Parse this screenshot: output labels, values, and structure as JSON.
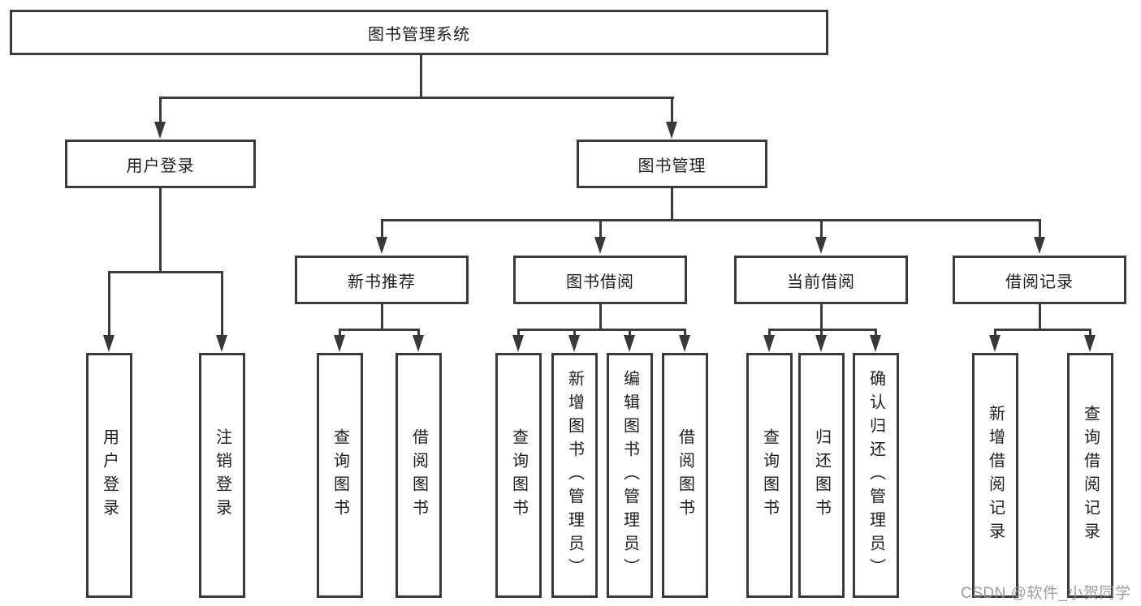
{
  "tree": {
    "root": {
      "label": "图书管理系统"
    },
    "level2": [
      {
        "label": "用户登录",
        "children": [
          {
            "label": "用户登录"
          },
          {
            "label": "注销登录"
          }
        ]
      },
      {
        "label": "图书管理",
        "children": [
          {
            "label": "新书推荐",
            "children": [
              {
                "label": "查询图书"
              },
              {
                "label": "借阅图书"
              }
            ]
          },
          {
            "label": "图书借阅",
            "children": [
              {
                "label": "查询图书"
              },
              {
                "label": "新增图书（管理员）"
              },
              {
                "label": "编辑图书（管理员）"
              },
              {
                "label": "借阅图书"
              }
            ]
          },
          {
            "label": "当前借阅",
            "children": [
              {
                "label": "查询图书"
              },
              {
                "label": "归还图书"
              },
              {
                "label": "确认归还（管理员）"
              }
            ]
          },
          {
            "label": "借阅记录",
            "children": [
              {
                "label": "新增借阅记录"
              },
              {
                "label": "查询借阅记录"
              }
            ]
          }
        ]
      }
    ]
  },
  "watermark": {
    "text": "CSDN @软件_小贺同学"
  },
  "colors": {
    "line": "#3b3b3b",
    "text": "#1e1e1e",
    "background": "#ffffff",
    "watermark": "#919191"
  }
}
